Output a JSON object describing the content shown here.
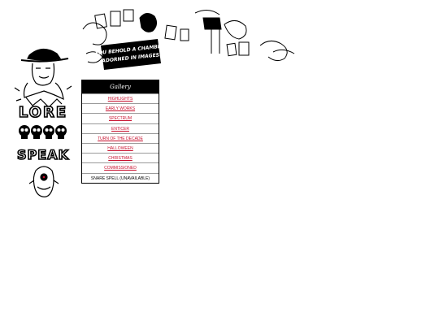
{
  "brand": {
    "top": "LORE",
    "bottom": "SPEAK"
  },
  "banner": {
    "line1": "YOU BEHOLD A CHAMBER",
    "line2": "ADORNED IN IMAGES."
  },
  "gallery": {
    "title": "Gallery",
    "items": [
      {
        "label": "HIGHLIGHTS"
      },
      {
        "label": "EARLY WORKS"
      },
      {
        "label": "SPECTRUM"
      },
      {
        "label": "ENTICER"
      },
      {
        "label": "TURN OF THE DECADE"
      },
      {
        "label": "HALLOWEEN"
      },
      {
        "label": "CHRISTMAS"
      },
      {
        "label": "COMMISSIONED"
      },
      {
        "label": "SNARE SPELL (UNAVAILABLE)"
      }
    ]
  },
  "colors": {
    "link": "#c8102e",
    "header_bg": "#000000",
    "row_divider": "#9a9a9a"
  }
}
